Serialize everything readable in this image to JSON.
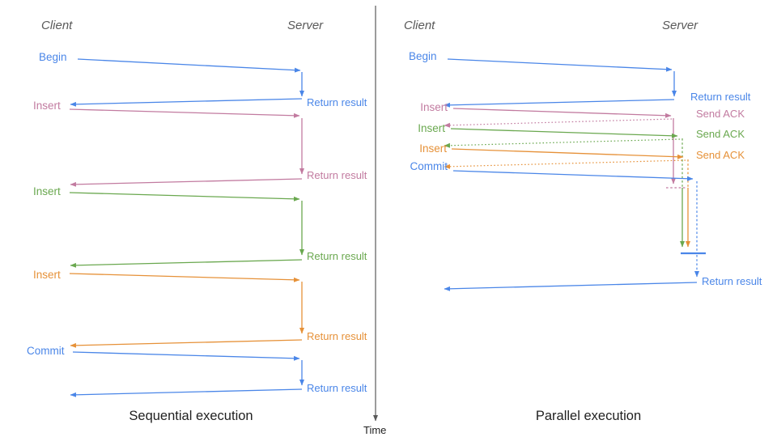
{
  "palette": {
    "blue": "#4a86e8",
    "pink": "#c27ba0",
    "green": "#6aa84f",
    "orange": "#e69138",
    "axis_gray": "#595959",
    "caption_black": "#1f1f1f"
  },
  "time_axis": {
    "label": "Time"
  },
  "left": {
    "title": "Sequential execution",
    "client_label": "Client",
    "server_label": "Server",
    "operations": [
      {
        "label": "Begin",
        "color": "blue",
        "return_label": "Return result"
      },
      {
        "label": "Insert",
        "color": "pink",
        "return_label": "Return result"
      },
      {
        "label": "Insert",
        "color": "green",
        "return_label": "Return result"
      },
      {
        "label": "Insert",
        "color": "orange",
        "return_label": "Return result"
      },
      {
        "label": "Commit",
        "color": "blue",
        "return_label": "Return result"
      }
    ]
  },
  "right": {
    "title": "Parallel execution",
    "client_label": "Client",
    "server_label": "Server",
    "operations": [
      {
        "label": "Begin",
        "color": "blue",
        "response_label": "Return result"
      },
      {
        "label": "Insert",
        "color": "pink",
        "response_label": "Send ACK"
      },
      {
        "label": "Insert",
        "color": "green",
        "response_label": "Send ACK"
      },
      {
        "label": "Insert",
        "color": "orange",
        "response_label": "Send ACK"
      },
      {
        "label": "Commit",
        "color": "blue",
        "response_label": "Return result"
      }
    ]
  }
}
